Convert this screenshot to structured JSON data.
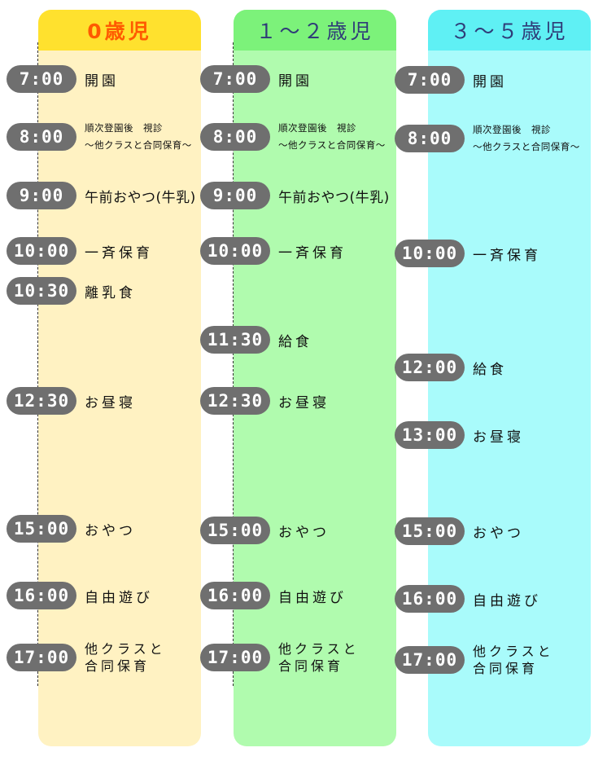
{
  "columns": [
    {
      "title": "0歳児",
      "header_bg": "#ffe12e",
      "header_fg": "#ff5a00",
      "body_bg": "#fff2c2",
      "entries": [
        {
          "time": "7:00",
          "lines": [
            "開園"
          ]
        },
        {
          "time": "8:00",
          "lines": [
            "順次登園後　視診",
            "～他クラスと合同保育～"
          ]
        },
        {
          "time": "9:00",
          "lines": [
            "午前おやつ(牛乳)"
          ]
        },
        {
          "time": "10:00",
          "lines": [
            "一斉保育"
          ]
        },
        {
          "time": "10:30",
          "lines": [
            "離乳食"
          ]
        },
        {
          "time": "12:30",
          "lines": [
            "お昼寝"
          ]
        },
        {
          "time": "15:00",
          "lines": [
            "おやつ"
          ]
        },
        {
          "time": "16:00",
          "lines": [
            "自由遊び"
          ]
        },
        {
          "time": "17:00",
          "lines": [
            "他クラスと",
            "合同保育"
          ]
        }
      ]
    },
    {
      "title": "１～２歳児",
      "header_bg": "#7cf27a",
      "header_fg": "#2f3c78",
      "body_bg": "#b0fbae",
      "entries": [
        {
          "time": "7:00",
          "lines": [
            "開園"
          ]
        },
        {
          "time": "8:00",
          "lines": [
            "順次登園後　視診",
            "～他クラスと合同保育～"
          ]
        },
        {
          "time": "9:00",
          "lines": [
            "午前おやつ(牛乳)"
          ]
        },
        {
          "time": "10:00",
          "lines": [
            "一斉保育"
          ]
        },
        {
          "time": "11:30",
          "lines": [
            "給食"
          ]
        },
        {
          "time": "12:30",
          "lines": [
            "お昼寝"
          ]
        },
        {
          "time": "15:00",
          "lines": [
            "おやつ"
          ]
        },
        {
          "time": "16:00",
          "lines": [
            "自由遊び"
          ]
        },
        {
          "time": "17:00",
          "lines": [
            "他クラスと",
            "合同保育"
          ]
        }
      ]
    },
    {
      "title": "３～５歳児",
      "header_bg": "#5ff0f4",
      "header_fg": "#2f3c78",
      "body_bg": "#a9fbfb",
      "entries": [
        {
          "time": "7:00",
          "lines": [
            "開園"
          ]
        },
        {
          "time": "8:00",
          "lines": [
            "順次登園後　視診",
            "～他クラスと合同保育～"
          ]
        },
        {
          "time": "10:00",
          "lines": [
            "一斉保育"
          ]
        },
        {
          "time": "12:00",
          "lines": [
            "給食"
          ]
        },
        {
          "time": "13:00",
          "lines": [
            "お昼寝"
          ]
        },
        {
          "time": "15:00",
          "lines": [
            "おやつ"
          ]
        },
        {
          "time": "16:00",
          "lines": [
            "自由遊び"
          ]
        },
        {
          "time": "17:00",
          "lines": [
            "他クラスと",
            "合同保育"
          ]
        }
      ]
    }
  ]
}
